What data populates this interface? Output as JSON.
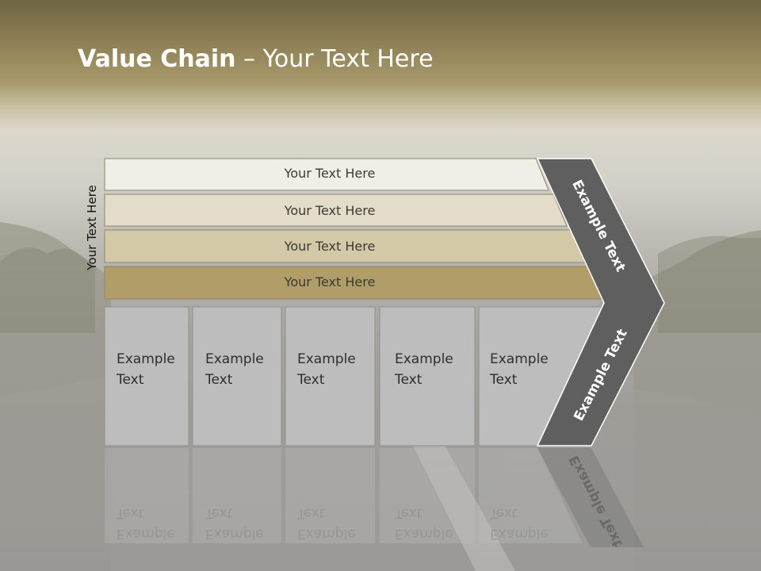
{
  "title": {
    "bold": "Value Chain",
    "rest": " – Your Text Here"
  },
  "side_label": "Your Text Here",
  "rows": [
    {
      "label": "Your Text Here",
      "color": "#f0eee6"
    },
    {
      "label": "Your Text Here",
      "color": "#e2dcc8"
    },
    {
      "label": "Your Text Here",
      "color": "#d3c9a7"
    },
    {
      "label": "Your Text Here",
      "color": "#b09d67"
    }
  ],
  "boxes": [
    {
      "line1": "Example",
      "line2": "Text"
    },
    {
      "line1": "Example",
      "line2": "Text"
    },
    {
      "line1": "Example",
      "line2": "Text"
    },
    {
      "line1": "Example",
      "line2": "Text"
    },
    {
      "line1": "Example",
      "line2": "Text"
    }
  ],
  "chevron": {
    "upper_text": "Example Text",
    "lower_text": "Example Text",
    "color": "#5f5f5f"
  },
  "colors": {
    "box_fill": "#bdbdbd",
    "box_stroke": "#8f8f8f"
  }
}
